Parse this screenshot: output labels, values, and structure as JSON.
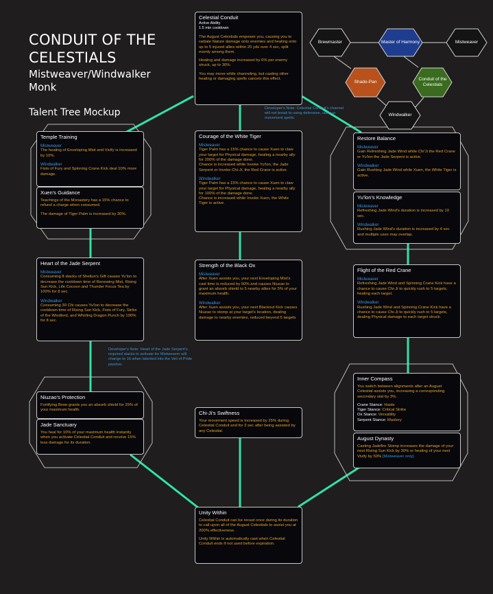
{
  "title": {
    "line1": "CONDUIT OF THE",
    "line2": "CELESTIALS",
    "subtitle": "Mistweaver/Windwalker Monk",
    "mockup": "Talent Tree Mockup"
  },
  "colors": {
    "background": "#1f1d1d",
    "connector": "#2fe3a6",
    "card_fill": "#07070c",
    "body_text": "#e6a32f",
    "spec_heading": "#3f95d8",
    "master_of_harmony": "#1f3d8f",
    "shado_pan": "#b8511b",
    "conduit_node": "#3a6b1f"
  },
  "hero_tree": {
    "brewmaster": "Brewmaster",
    "master_of_harmony": "Master of Harmony",
    "mistweaver": "Mistweaver",
    "shado_pan": "Shado-Pan",
    "conduit": "Conduit of the Celestials",
    "windwalker": "Windwalker"
  },
  "notes": {
    "channel": "Developer's Note: Celestial Conduit's channel will not break to using defensive, utility or movement spells.",
    "serpent": "Developer's Note: Heart of the Jade Serpent's required stacks to activate for Mistweaver will change to 16 when talented into the Veil of Pride passive."
  },
  "cards": {
    "celestial_conduit": {
      "name": "Celestial Conduit",
      "type": "Active Ability",
      "cooldown": "1.5 min cooldown",
      "p1": "The August Celestials empower you, causing you to radiate Nature damage onto enemies and healing onto up to 5 injured allies within 20 yds over 4 sec, split evenly among them.",
      "p2": "Healing and damage increased by 6% per enemy struck, up to 30%.",
      "p3": "You may move while channeling, but casting other healing or damaging spells cancels this effect."
    },
    "temple_training": {
      "name": "Temple Training",
      "mw": "Mistweaver",
      "mw_text": "The healing of Enveloping Mist and Vivify is increased by 10%.",
      "ww": "Windwalker",
      "ww_text": "Fists of Fury and Spinning Crane Kick deal 10% more damage."
    },
    "xuens_guidance": {
      "name": "Xuen's Guidance",
      "p1": "Teachings of the Monastery has a 15% chance to refund a charge when consumed.",
      "p2": "The damage of Tiger Palm is increased by 30%."
    },
    "courage": {
      "name": "Courage of the White Tiger",
      "mw": "Mistweaver",
      "mw_text": "Tiger Palm has a 15% chance to cause Xuen to claw your target for Physical damage, healing a nearby ally for 200% of the damage done.",
      "mw_text2": "Chance is increased while Invoke Yu'lon, the Jade Serpent or Invoke Chi-Ji, the Red Crane is active.",
      "ww": "Windwalker",
      "ww_text": "Tiger Palm has a 15% chance to cause Xuen to claw your target for Physical damage, healing a nearby ally for 100% of the damage done.",
      "ww_text2": "Chance is increased while Invoke Xuen, the White Tiger is active."
    },
    "restore_balance": {
      "name": "Restore Balance",
      "mw": "Mistweaver",
      "mw_text": "Gain Refreshing Jade Wind while Chi'Ji the Red Crane or Yu'lon the Jade Serpent is active.",
      "ww": "Windwalker",
      "ww_text": "Gain Rushing Jade Wind while Xuen, the White Tiger is active."
    },
    "yulons_knowledge": {
      "name": "Yu'lon's Knowledge",
      "mw": "Mistweaver",
      "mw_text": "Refreshing Jade Wind's duration is increased by 10 sec.",
      "ww": "Windwalker",
      "ww_text": "Rushing Jade Wind's duration is increased by 4 sec and multiple uses may overlap."
    },
    "heart_jade_serpent": {
      "name": "Heart of the Jade Serpent",
      "mw": "Mistweaver",
      "mw_text": "Consuming 8 stacks of Sheilun's Gift causes Yu'lon to decrease the cooldown time of Renewing Mist, Rising Sun Kick, Life Cocoon and Thunder Focus Tea by 100% for 8 sec.",
      "ww": "Windwalker",
      "ww_text": "Consuming 30 Chi causes Yu'lon to decrease the cooldown time of Rising Sun Kick, Fists of Fury, Strike of the Windlord, and Whirling Dragon Punch by 100% for 8 sec."
    },
    "black_ox": {
      "name": "Strength of the Black Ox",
      "mw": "Mistweaver",
      "mw_text": "After Xuen assists you, your next Enveloping Mist's cast time is reduced by 50% and causes Niuzao to grant an absorb shield to 5 nearby allies for 5% of your maximum health.",
      "ww": "Windwalker",
      "ww_text": "After Xuen assists you, your next Blackout Kick causes Niuzao to stomp at your target's location, dealing damage to nearby enemies, reduced beyond 5 targets"
    },
    "red_crane": {
      "name": "Flight of the Red Crane",
      "mw": "Mistweaver",
      "mw_text": "Refreshing Jade Wind and Spinning Crane Kick have a chance to cause Chi-Ji to quickly rush to 5 targets, healing each target.",
      "ww": "Windwalker",
      "ww_text": "Rushing Jade Wind and Spinning Crane Kick have a chance to cause Chi-Ji to quickly rush to 5 targets, dealing Physical damage to each target struck."
    },
    "niuzaos_protection": {
      "name": "Niuzao's Protection",
      "p1": "Fortifying Brew grants you an absorb shield for 25% of your maximum health."
    },
    "jade_sanctuary": {
      "name": "Jade Sanctuary",
      "p1": "You heal for 10% of your maximum health instantly when you activate Celestial Conduit and receive 15% less damage for its duration."
    },
    "chi_ji": {
      "name": "Chi-Ji's Swiftness",
      "p1": "Your movement speed is increased by 25% during Celestial Conduit and for 3 sec after being assisted by any Celestial."
    },
    "inner_compass": {
      "name": "Inner Compass",
      "p1": "You switch between alignments after an August Celestial assists you, increasing a corresponding secondary stat by 3%.",
      "crane_label": "Crane Stance:",
      "crane_value": "Haste",
      "tiger_label": "Tiger Stance:",
      "tiger_value": "Critical Strike",
      "ox_label": "Ox Stance:",
      "ox_value": "Versatility",
      "serpent_label": "Serpent Stance:",
      "serpent_value": "Mastery"
    },
    "august_dynasty": {
      "name": "August Dynasty",
      "p1": "Casting Jadefire Stomp increases the damage of your next Rising Sun Kick by 30% or healing of your next Vivify by 50%",
      "p1_tag": "[Mistweaver only]",
      "p1_end": "."
    },
    "unity_within": {
      "name": "Unity Within",
      "p1": "Celestial Conduit can be recast once during its duration to call upon all of the August Celestials to assist you at 200% effectiveness.",
      "p2": "Unity Within is automatically cast when Celestial Conduit ends if not used before expiration."
    }
  }
}
